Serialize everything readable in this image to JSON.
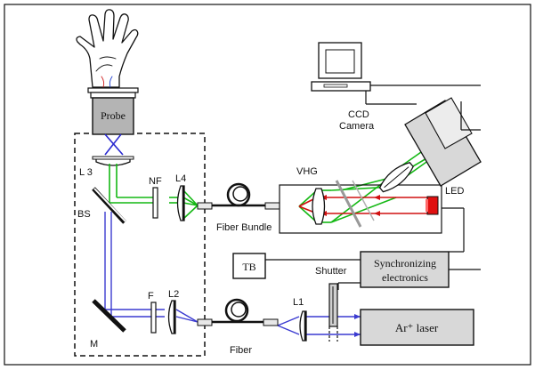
{
  "labels": {
    "probe": "Probe",
    "ccd_camera_line1": "CCD",
    "ccd_camera_line2": "Camera",
    "l3": "L 3",
    "nf": "NF",
    "l4": "L4",
    "bs": "BS",
    "vhg": "VHG",
    "led": "LED",
    "fiber_bundle": "Fiber Bundle",
    "tb": "TB",
    "sync_line1": "Synchronizing",
    "sync_line2": "electronics",
    "shutter": "Shutter",
    "f": "F",
    "l2": "L2",
    "l1": "L1",
    "m": "M",
    "fiber": "Fiber",
    "laser": "Ar⁺ laser"
  },
  "colors": {
    "excitation_beam": "#3a3ad0",
    "collection_beam": "#14b814",
    "led_beam": "#d01010",
    "led_body": "#e01010",
    "outline": "#111111",
    "probe_fill": "#b4b4b4",
    "camera_fill": "#d8d8d8"
  },
  "icons": {
    "hand": "hand-icon",
    "computer": "computer-monitor-icon"
  }
}
